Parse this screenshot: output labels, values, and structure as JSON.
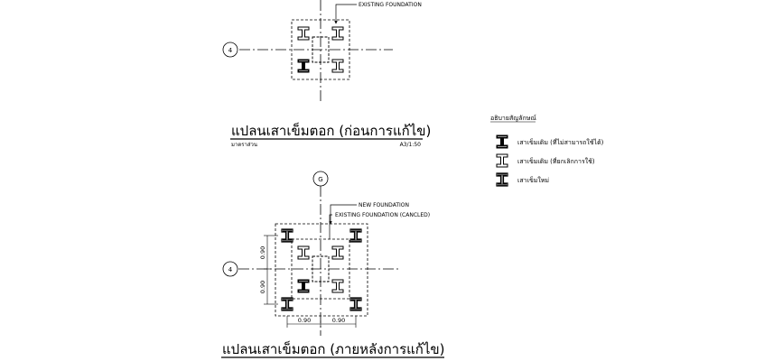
{
  "top_plan": {
    "label_existing": "EXISTING FOUNDATION",
    "grid_bubble": "4",
    "title": "แปลนเสาเข็มตอก (ก่อนการแก้ไข)",
    "subtitle_left": "มาตราส่วน",
    "subtitle_right": "A3/1:50"
  },
  "bottom_plan": {
    "grid_bubble_top": "G",
    "grid_bubble_left": "4",
    "label_new": "NEW FOUNDATION",
    "label_existing_cancel": "EXISTING FOUNDATION (CANCLED)",
    "dim_left_top": "0.90",
    "dim_left_bottom": "0.90",
    "dim_bottom_left": "0.90",
    "dim_bottom_right": "0.90",
    "title": "แปลนเสาเข็มตอก (ภายหลังการแก้ไข)"
  },
  "legend": {
    "title": "อธิบายสัญลักษณ์",
    "items": [
      {
        "icon": "existing-pile-used-icon",
        "text": "เสาเข็มเดิม (ที่ไม่สามารถใช้ได้)"
      },
      {
        "icon": "existing-pile-cancelled-icon",
        "text": "เสาเข็มเดิม (ที่ยกเลิกการใช้)"
      },
      {
        "icon": "new-pile-icon",
        "text": "เสาเข็มใหม่"
      }
    ]
  },
  "colors": {
    "line": "#000000",
    "background": "#ffffff"
  }
}
